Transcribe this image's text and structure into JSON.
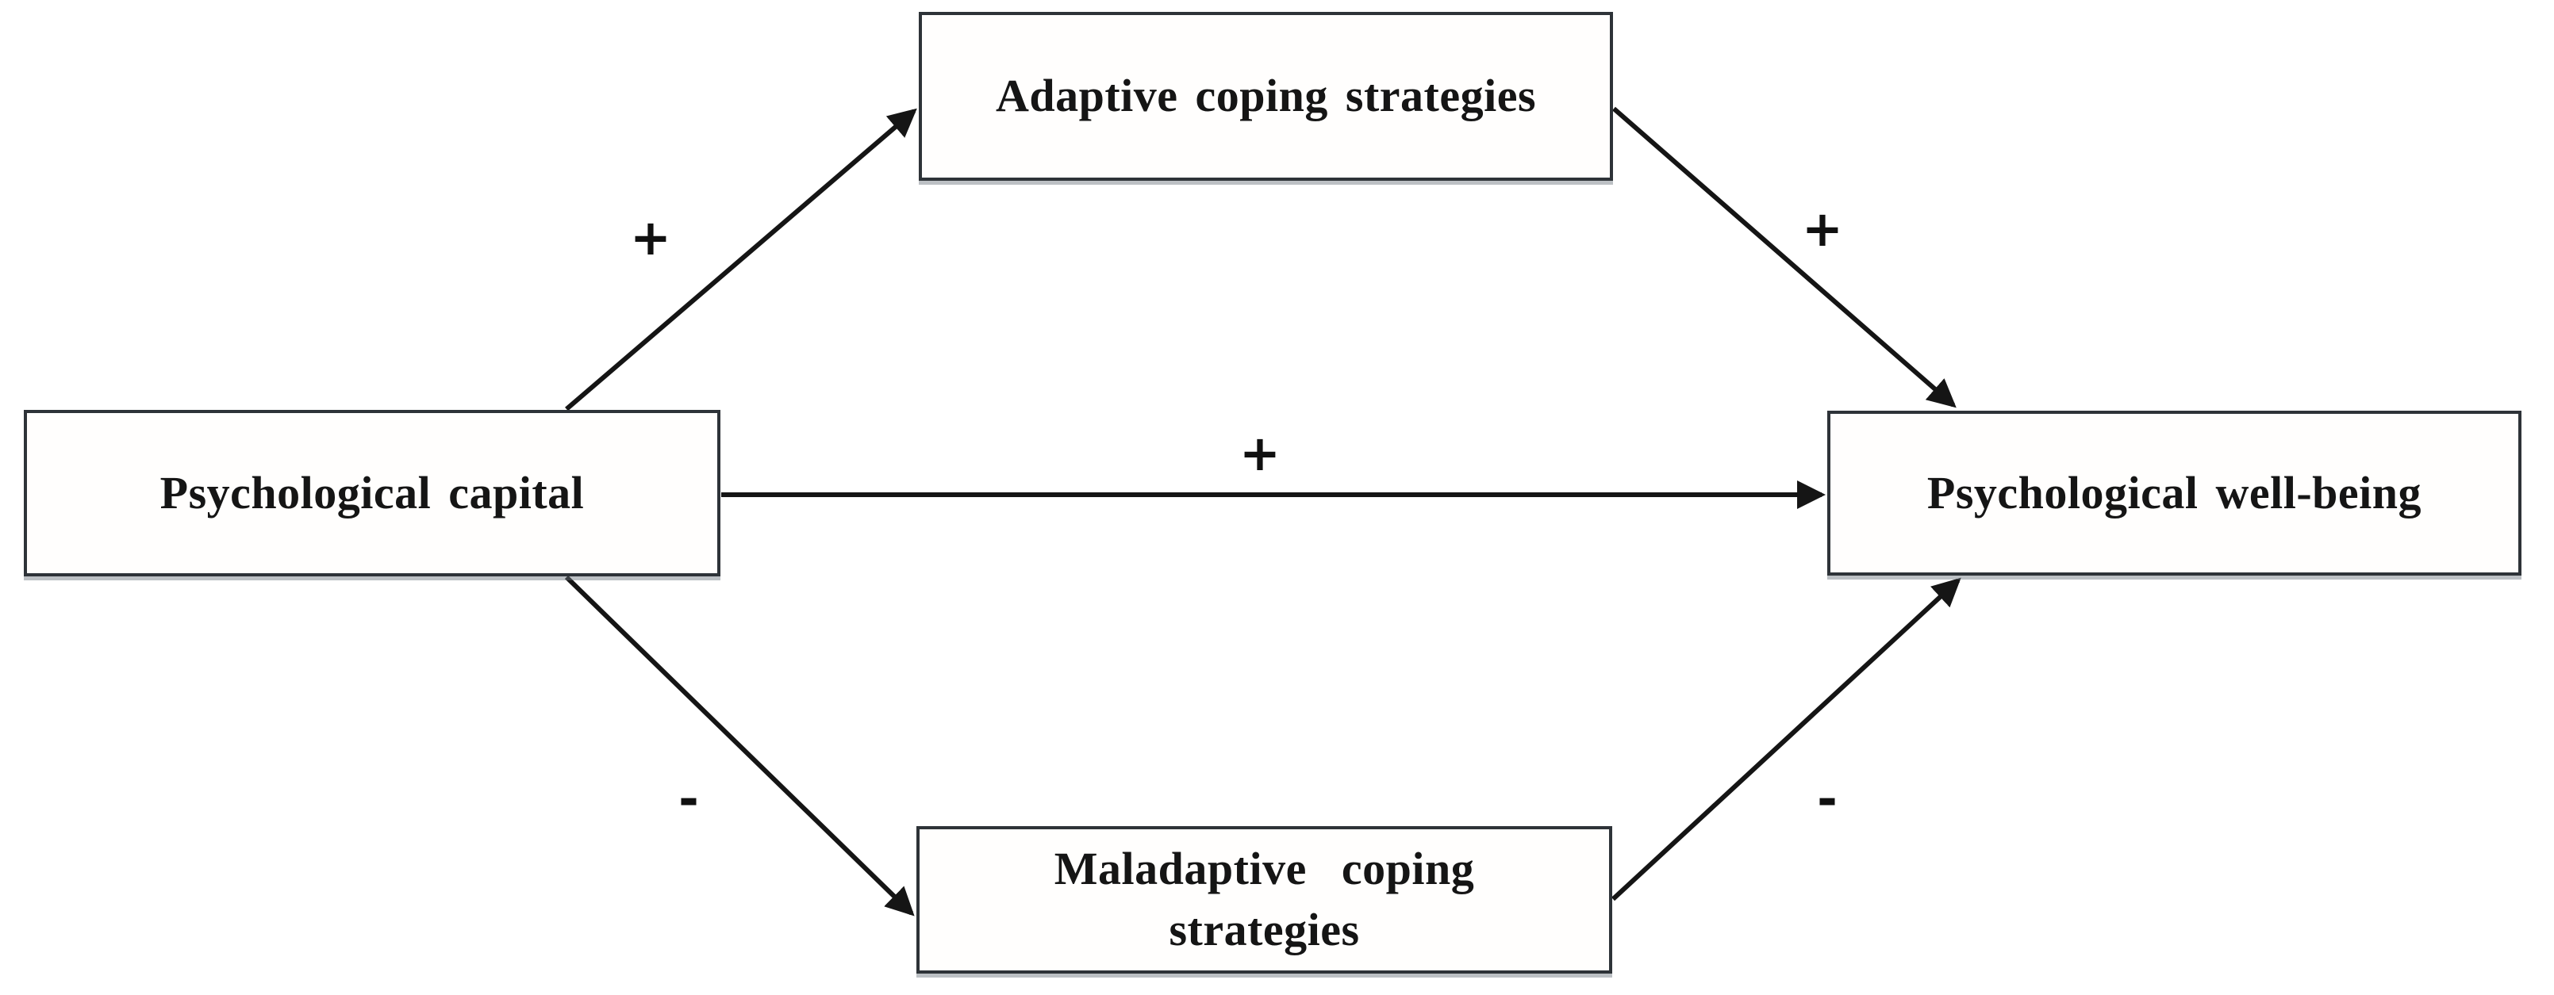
{
  "diagram": {
    "type": "mediation-path-model",
    "nodes": {
      "psycap": {
        "label": "Psychological capital"
      },
      "adaptive": {
        "label": "Adaptive coping strategies"
      },
      "maladaptive": {
        "label_line1": "Maladaptive  coping",
        "label_line2": "strategies"
      },
      "wellbeing": {
        "label": "Psychological well-being"
      }
    },
    "edges": {
      "psycap_to_adaptive": {
        "from": "psycap",
        "to": "adaptive",
        "sign": "+"
      },
      "psycap_to_wellbeing": {
        "from": "psycap",
        "to": "wellbeing",
        "sign": "+"
      },
      "psycap_to_maladaptive": {
        "from": "psycap",
        "to": "maladaptive",
        "sign": "-"
      },
      "adaptive_to_wellbeing": {
        "from": "adaptive",
        "to": "wellbeing",
        "sign": "+"
      },
      "maladaptive_to_wellbeing": {
        "from": "maladaptive",
        "to": "wellbeing",
        "sign": "-"
      }
    },
    "colors": {
      "background": "#ffffff",
      "box_border": "#2e3338",
      "arrow": "#151515",
      "text": "#151515"
    }
  }
}
